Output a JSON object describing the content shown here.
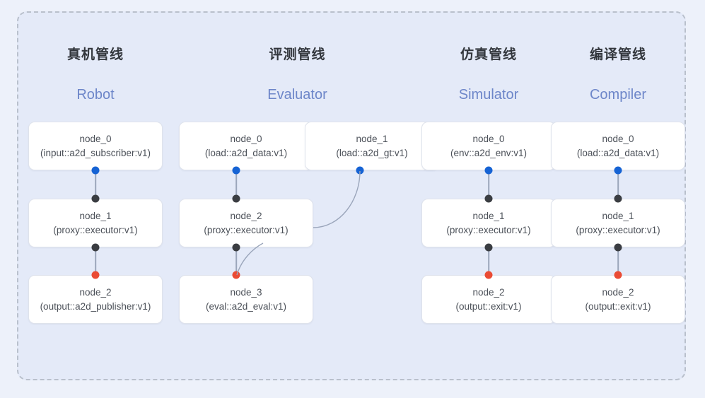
{
  "diagram": {
    "panel_border_color": "#b9c0cc",
    "panel_background": "#e4eaf8",
    "canvas_background": "#edf1fa"
  },
  "palette": {
    "port_input": "#1663d4",
    "port_internal": "#3a3d42",
    "port_output": "#ea4b34",
    "edge": "#9ba6bb",
    "subtitle": "#6d86c9",
    "title": "#33373d",
    "node_text": "#4b5058",
    "node_border": "#dfe3ec"
  },
  "columns": [
    {
      "title": "真机管线",
      "subtitle": "Robot",
      "nodes": [
        {
          "name": "node_0",
          "spec": "(input::a2d_subscriber:v1)"
        },
        {
          "name": "node_1",
          "spec": "(proxy::executor:v1)"
        },
        {
          "name": "node_2",
          "spec": "(output::a2d_publisher:v1)"
        }
      ]
    },
    {
      "title": "评测管线",
      "subtitle": "Evaluator",
      "nodes": [
        {
          "name": "node_0",
          "spec": "(load::a2d_data:v1)"
        },
        {
          "name": "node_1",
          "spec": "(load::a2d_gt:v1)"
        },
        {
          "name": "node_2",
          "spec": "(proxy::executor:v1)"
        },
        {
          "name": "node_3",
          "spec": "(eval::a2d_eval:v1)"
        }
      ]
    },
    {
      "title": "仿真管线",
      "subtitle": "Simulator",
      "nodes": [
        {
          "name": "node_0",
          "spec": "(env::a2d_env:v1)"
        },
        {
          "name": "node_1",
          "spec": "(proxy::executor:v1)"
        },
        {
          "name": "node_2",
          "spec": "(output::exit:v1)"
        }
      ]
    },
    {
      "title": "编译管线",
      "subtitle": "Compiler",
      "nodes": [
        {
          "name": "node_0",
          "spec": "(load::a2d_data:v1)"
        },
        {
          "name": "node_1",
          "spec": "(proxy::executor:v1)"
        },
        {
          "name": "node_2",
          "spec": "(output::exit:v1)"
        }
      ]
    }
  ]
}
